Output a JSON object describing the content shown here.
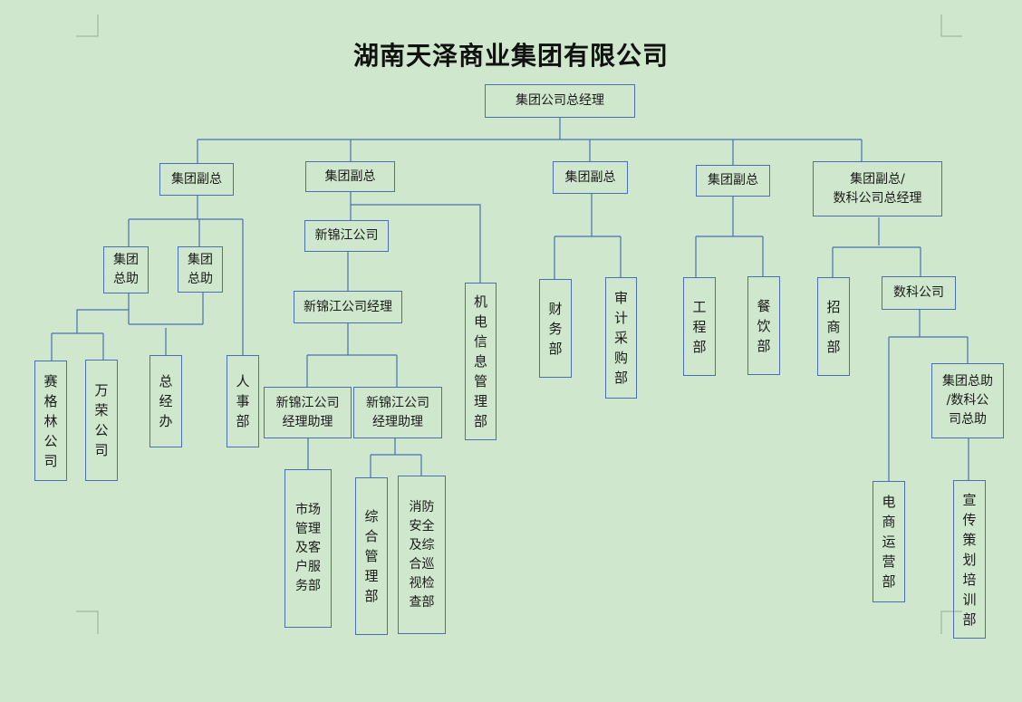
{
  "title": "湖南天泽商业集团有限公司",
  "colors": {
    "background": "#cfe7cc",
    "border": "#4a6fb5",
    "text": "#1a1a1a"
  },
  "nodes": {
    "root": "集团公司总经理",
    "vp1": "集团副总",
    "vp2": "集团副总",
    "vp3": "集团副总",
    "vp4": "集团副总",
    "vp5": "集团副总/\n数科公司总经理",
    "asst1": "集团\n总助",
    "asst2": "集团\n总助",
    "saigelin": "赛\n格\n林\n公\n司",
    "wanrong": "万\n荣\n公\n司",
    "zongjingban": "总\n经\n办",
    "renshi": "人\n事\n部",
    "xinjinjiang": "新锦江公司",
    "xjj_manager": "新锦江公司经理",
    "jidian": "机\n电\n信\n息\n管\n理\n部",
    "xjj_assistant1": "新锦江公司\n经理助理",
    "xjj_assistant2": "新锦江公司\n经理助理",
    "market": "市场\n管理\n及客\n户服\n务部",
    "zonghe": "综\n合\n管\n理\n部",
    "xiaofang": "消防\n安全\n及综\n合巡\n视检\n查部",
    "caiwu": "财\n务\n部",
    "shenji": "审\n计\n采\n购\n部",
    "gongcheng": "工\n程\n部",
    "canyin": "餐\n饮\n部",
    "zhaoshang": "招\n商\n部",
    "shuke": "数科公司",
    "shuke_asst": "集团总助\n/数科公\n司总助",
    "dianshang": "电\n商\n运\n营\n部",
    "xuanchuan": "宣\n传\n策\n划\n培\n训\n部"
  }
}
